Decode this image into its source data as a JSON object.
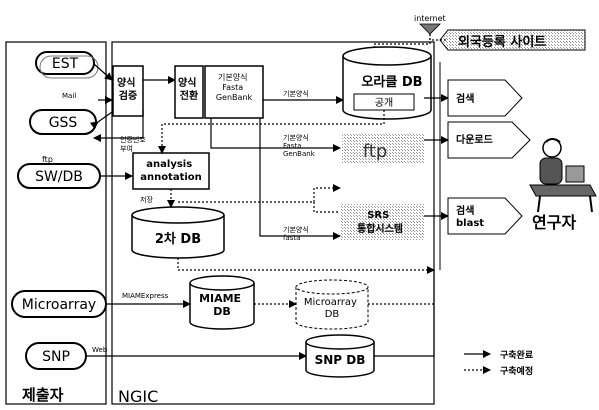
{
  "sections": {
    "submitter": "제출자",
    "center": "NGIC"
  },
  "inputs": {
    "est": "EST",
    "gss": "GSS",
    "swdb": "SW/DB",
    "microarray": "Microarray",
    "snp": "SNP"
  },
  "boxes": {
    "validate": "양식\n검증",
    "convert": "양식\n전환",
    "formats": "기본양식\nFasta\nGenBank",
    "analysis": "analysis\nannotation"
  },
  "databases": {
    "oracle": "오라클 DB",
    "public": "공개",
    "secondary": "2차 DB",
    "miame": "MIAME\nDB",
    "microarray_db": "Microarray\nDB",
    "snp_db": "SNP DB",
    "ftp": "ftp",
    "srs": "SRS\n통합시스템"
  },
  "edge_labels": {
    "internet": "internet",
    "mail": "Mail",
    "accession": "인증번호\n부여",
    "ftp_in": "ftp",
    "save": "저장",
    "basic1": "기본양식",
    "basic2": "기본양식\nFasta\nGenBank",
    "basic3": "기본양식\nfasta",
    "miame_express": "MIAMExpress",
    "web": "Web"
  },
  "outputs": {
    "foreign_site": "외국등록 사이트",
    "search": "검색",
    "download": "다운로드",
    "search_blast": "검색\nblast",
    "researcher": "연구자"
  },
  "legend": {
    "built": "구축완료",
    "planned": "구축예정"
  }
}
